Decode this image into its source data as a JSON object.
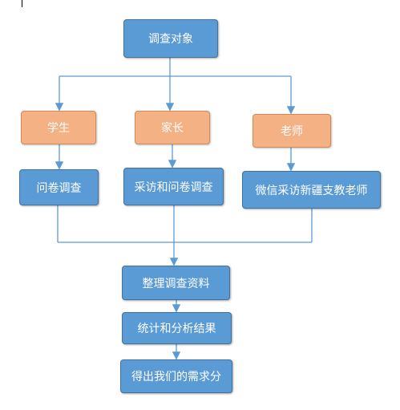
{
  "diagram": {
    "colors": {
      "primary": "#5b9bd5",
      "secondary": "#f4b183",
      "connector": "#5b9bd5"
    },
    "nodes": {
      "root": "调查对象",
      "students": "学生",
      "parents": "家长",
      "teachers": "老师",
      "method_students": "问卷调查",
      "method_parents": "采访和问卷调查",
      "method_teachers": "微信采访新疆支教老师",
      "organize": "整理调查资料",
      "analyze": "统计和分析结果",
      "conclusion": "得出我们的需求分"
    }
  }
}
